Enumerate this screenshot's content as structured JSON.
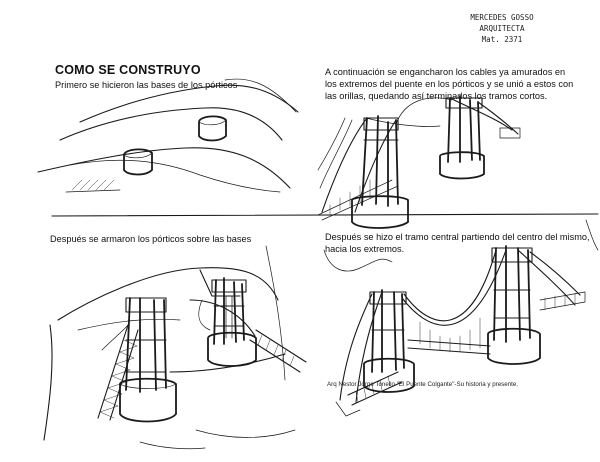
{
  "stamp": {
    "line1": "MERCEDES GOSSO",
    "line2": "ARQUITECTA",
    "line3": "Mat. 2371"
  },
  "title": "COMO SE CONSTRUYO",
  "panels": {
    "step1": "Primero se hicieron las bases de los pórticos",
    "step2": "A continuación se engancharon los cables ya amurados en los extremos del puente en los pórticos y se unió a estos con las orillas, quedando así terminados los tramos cortos.",
    "step3": "Después se armaron los pórticos sobre las bases",
    "step4": "Después se hizo el tramo central partiendo del centro del mismo, hacia los extremos."
  },
  "citation": "Arq Nestor Jorge Tonello \"El Puente Colgante\"-Su historia y presente."
}
